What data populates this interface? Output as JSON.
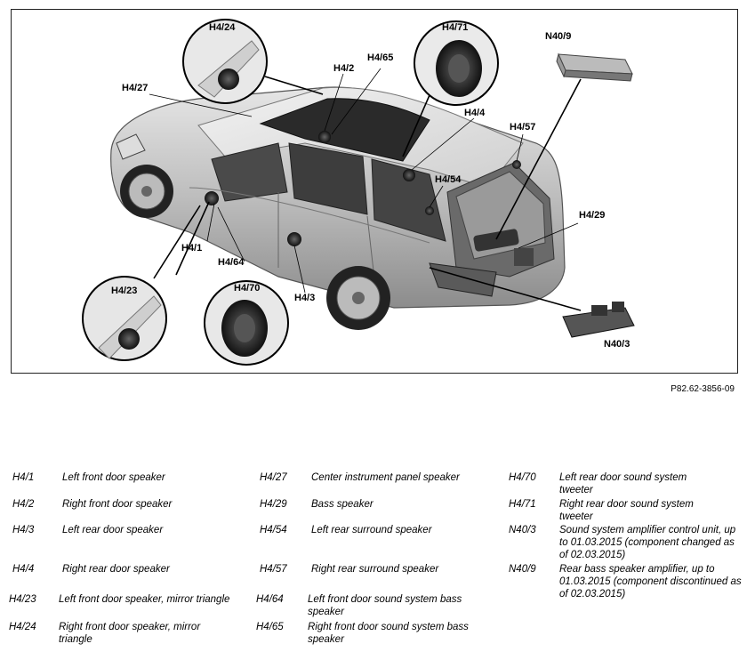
{
  "labels": {
    "h4_24": "H4/24",
    "h4_71": "H4/71",
    "n40_9": "N40/9",
    "h4_27": "H4/27",
    "h4_2": "H4/2",
    "h4_65": "H4/65",
    "h4_4": "H4/4",
    "h4_57": "H4/57",
    "h4_54": "H4/54",
    "h4_29": "H4/29",
    "h4_1": "H4/1",
    "h4_64": "H4/64",
    "h4_23": "H4/23",
    "h4_70": "H4/70",
    "h4_3": "H4/3",
    "n40_3": "N40/3"
  },
  "figure_ref": "P82.62-3856-09",
  "legend": [
    {
      "code": "H4/1",
      "desc": "Left front door speaker"
    },
    {
      "code": "H4/2",
      "desc": "Right front door speaker"
    },
    {
      "code": "H4/3",
      "desc": "Left rear door speaker"
    },
    {
      "code": "H4/4",
      "desc": "Right rear door speaker"
    },
    {
      "code": "H4/23",
      "desc": "Left front door speaker, mirror triangle"
    },
    {
      "code": "H4/24",
      "desc": "Right front door speaker, mirror triangle"
    },
    {
      "code": "H4/27",
      "desc": "Center instrument panel speaker"
    },
    {
      "code": "H4/29",
      "desc": "Bass speaker"
    },
    {
      "code": "H4/54",
      "desc": "Left rear surround speaker"
    },
    {
      "code": "H4/57",
      "desc": "Right rear surround speaker"
    },
    {
      "code": "H4/64",
      "desc": "Left front door sound system bass speaker"
    },
    {
      "code": "H4/65",
      "desc": "Right front door sound system bass speaker"
    },
    {
      "code": "H4/70",
      "desc": "Left rear door sound system tweeter"
    },
    {
      "code": "H4/71",
      "desc": "Right rear door sound system tweeter"
    },
    {
      "code": "N40/3",
      "desc": "Sound system amplifier control unit, up to 01.03.2015 (component changed as of 02.03.2015)"
    },
    {
      "code": "N40/9",
      "desc": "Rear bass speaker amplifier, up to 01.03.2015 (component discontinued as of 02.03.2015)"
    }
  ]
}
